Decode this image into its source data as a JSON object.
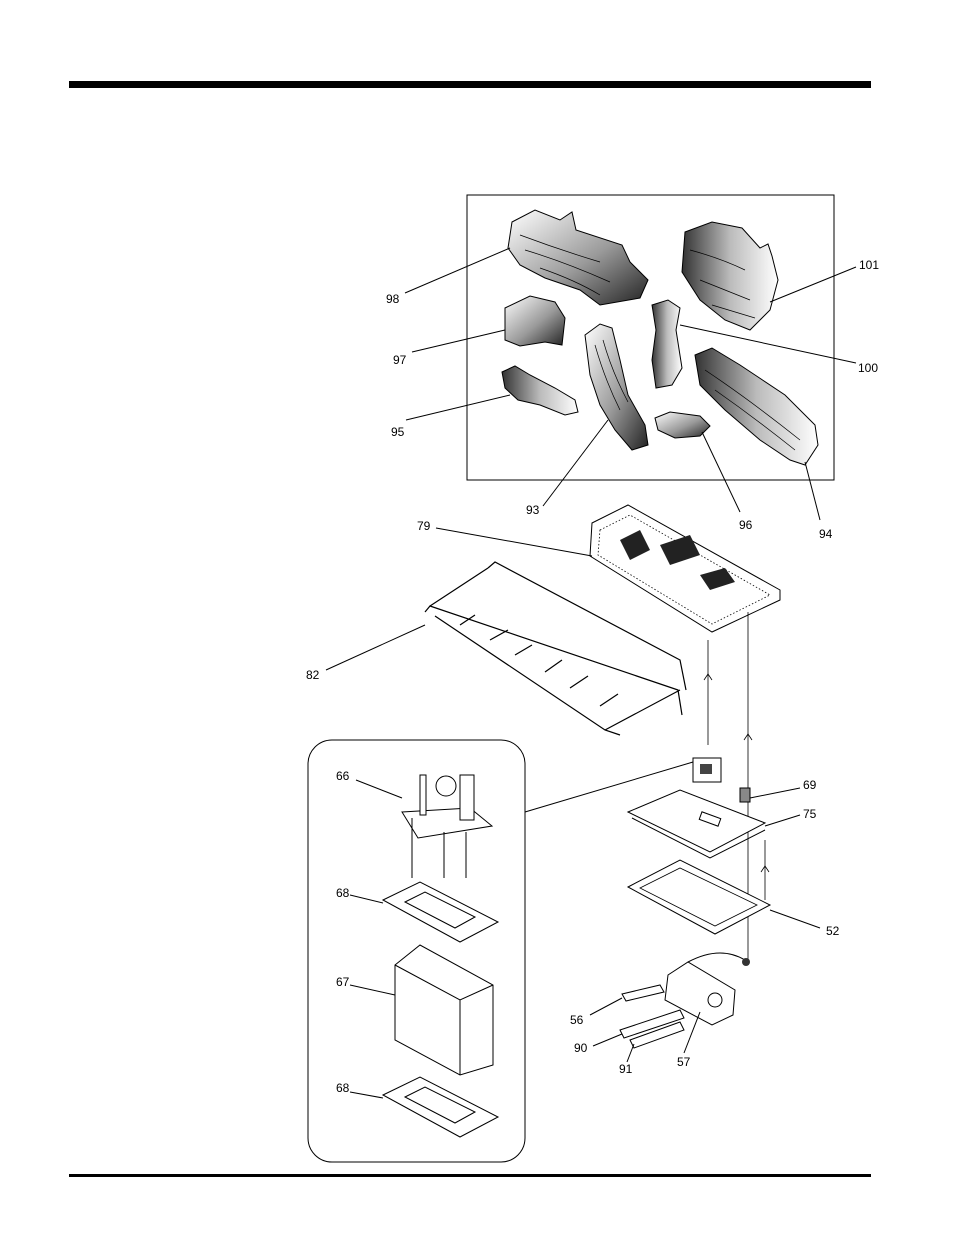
{
  "diagram": {
    "callouts": {
      "c98": "98",
      "c97": "97",
      "c95": "95",
      "c93": "93",
      "c96": "96",
      "c94": "94",
      "c100": "100",
      "c101": "101",
      "c79": "79",
      "c82": "82",
      "c69": "69",
      "c75": "75",
      "c52": "52",
      "c56": "56",
      "c90": "90",
      "c91": "91",
      "c57": "57",
      "c66": "66",
      "c68a": "68",
      "c67": "67",
      "c68b": "68"
    }
  }
}
